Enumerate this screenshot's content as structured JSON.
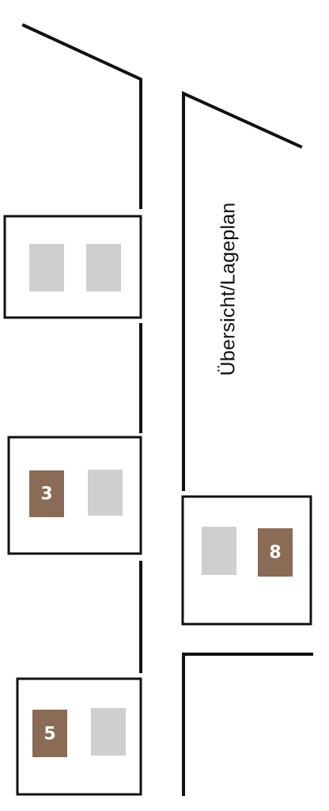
{
  "title": "Übersicht/Lageplan",
  "colors": {
    "line": "#111111",
    "available": "#8a6b55",
    "unavailable": "#cfcfcf",
    "label": "#ffffff"
  },
  "units": {
    "unit_3": {
      "label": "3",
      "status": "available"
    },
    "unit_5": {
      "label": "5",
      "status": "available"
    },
    "unit_8": {
      "label": "8",
      "status": "available"
    }
  }
}
